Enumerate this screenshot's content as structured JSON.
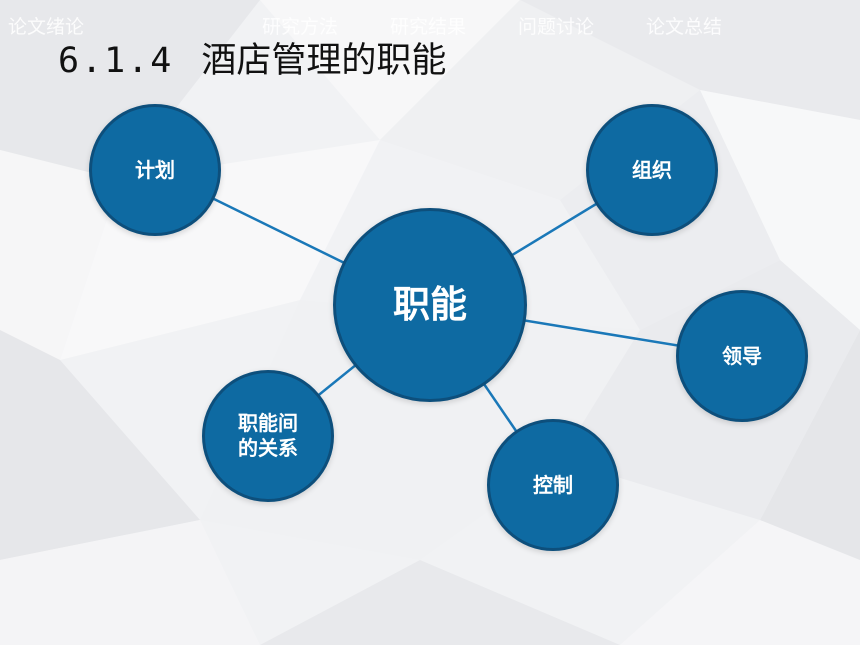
{
  "nav": {
    "items": [
      "论文绪论",
      "研究方法",
      "研究结果",
      "问题讨论",
      "论文总结"
    ]
  },
  "title": {
    "number": "6.1.4",
    "text": "酒店管理的职能"
  },
  "diagram": {
    "center": {
      "label": "职能"
    },
    "nodes": {
      "plan": "计划",
      "organize": "组织",
      "lead": "领导",
      "control": "控制",
      "relation_line1": "职能间",
      "relation_line2": "的关系"
    }
  },
  "colors": {
    "node_fill": "#0e6aa2",
    "node_border": "#0d4f7c",
    "connector": "#1a78b8",
    "title_text": "#111111"
  }
}
